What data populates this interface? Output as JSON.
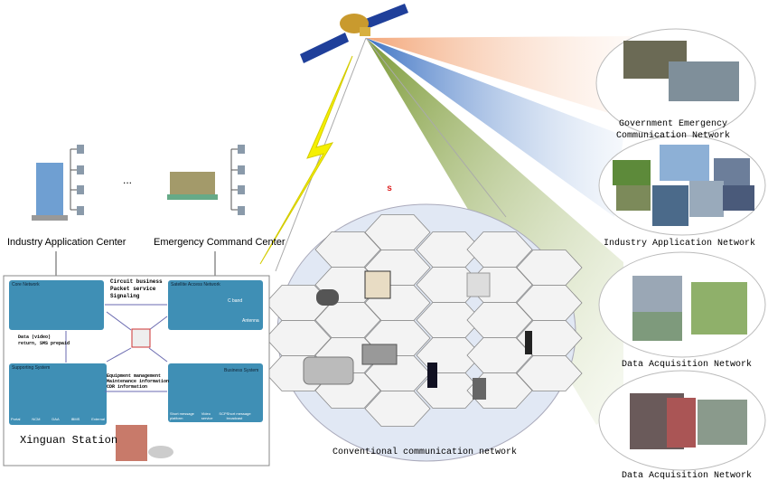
{
  "left": {
    "industry_center": "Industry Application Center",
    "emergency_center": "Emergency Command Center",
    "ellipsis": "...",
    "station": "Xinguan Station",
    "circuit_text": [
      "Circuit business",
      "Packet service",
      "Signaling"
    ],
    "data_text": [
      "Data (video)",
      "return, SMS prepaid"
    ],
    "equip_text": [
      "Equipment management",
      "Maintenance information",
      "CDR information"
    ],
    "panels": {
      "core": "Core Network",
      "satellite": "Satellite Access Network",
      "supporting": "Supporting System",
      "business": "Business System"
    },
    "satellite_labels": {
      "cband": "C band",
      "antenna": "Antenna"
    },
    "business_labels": [
      "Short message platform",
      "Video service",
      "SCP",
      "Short message broadcast"
    ],
    "supporting_labels": [
      "Portal",
      "NCM",
      "DAA",
      "IBMS",
      "External"
    ]
  },
  "center": {
    "marker": "s",
    "network_label": "Conventional communication network"
  },
  "right": {
    "gov_line1": "Government Emergency",
    "gov_line2": "Communication Network",
    "industry": "Industry Application Network",
    "data1": "Data Acquisition Network",
    "data2": "Data Acquisition Network"
  },
  "colors": {
    "beam_orange": "#f6c7a8",
    "beam_blue": "#8fb1de",
    "beam_green": "#7f9e3a",
    "panel": "#3f8fb5",
    "lightning": "#f5f000"
  }
}
